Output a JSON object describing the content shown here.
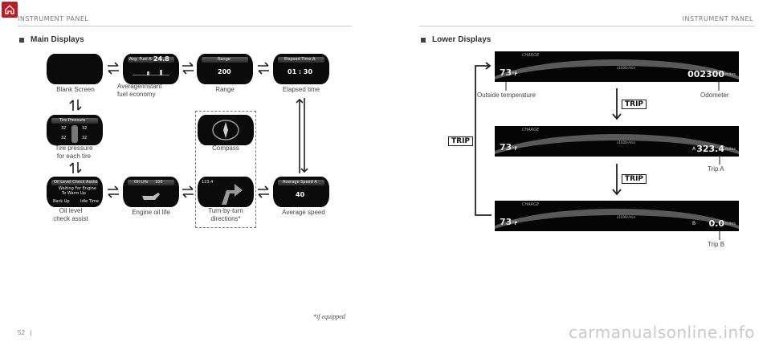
{
  "header": {
    "left": "INSTRUMENT PANEL",
    "right": "INSTRUMENT PANEL"
  },
  "left_section": {
    "title": "Main Displays",
    "screens": {
      "avg_fuel": {
        "label": "Avg. Fuel A",
        "value": "24.8"
      },
      "range": {
        "label": "Range",
        "value": "200"
      },
      "elapsed": {
        "label": "Elapsed Time A",
        "value": "01 : 30"
      },
      "tire": {
        "title": "Tire Pressure",
        "fl": "32",
        "fr": "32",
        "rl": "32",
        "rr": "32"
      },
      "oil_assist": {
        "line1": "Oil Level Check Assist",
        "line2": "Waiting For Engine",
        "line3": "To Warm Up",
        "left": "Back Up",
        "right": "Idle Time"
      },
      "oil_life": {
        "label": "Oil Life",
        "value": "100"
      },
      "turn": {
        "value": "123.4"
      },
      "avg_speed": {
        "label": "Average Speed A",
        "value": "40"
      }
    },
    "labels": {
      "blank": "Blank Screen",
      "avg_fuel_1": "Average/instant",
      "avg_fuel_2": "fuel economy",
      "range": "Range",
      "elapsed": "Elapsed time",
      "tire_1": "Tire pressure",
      "tire_2": "for each tire",
      "compass": "Compass",
      "oil_1": "Oil level",
      "oil_2": "check assist",
      "oil_life": "Engine oil life",
      "turn_1": "Turn-by-turn",
      "turn_2": "directions*",
      "avg_speed": "Average speed"
    },
    "footnote": "*if equipped"
  },
  "right_section": {
    "title": "Lower Displays",
    "charge_label": "CHARGE",
    "kmh_label": "x1000r/min",
    "temperature": "73",
    "temp_unit": "°F",
    "displays": [
      {
        "value": "002300",
        "unit": "miles",
        "segment": ""
      },
      {
        "value": "323.4",
        "unit": "miles",
        "segment": "A"
      },
      {
        "value": "0.0",
        "unit": "miles",
        "segment": "B"
      }
    ],
    "labels": {
      "outside_temp": "Outside temperature",
      "odometer": "Odometer",
      "trip_a": "Trip A",
      "trip_b": "Trip B"
    },
    "trip_button": "TRIP"
  },
  "page_number": "52",
  "watermark": "carmanualsonline.info"
}
